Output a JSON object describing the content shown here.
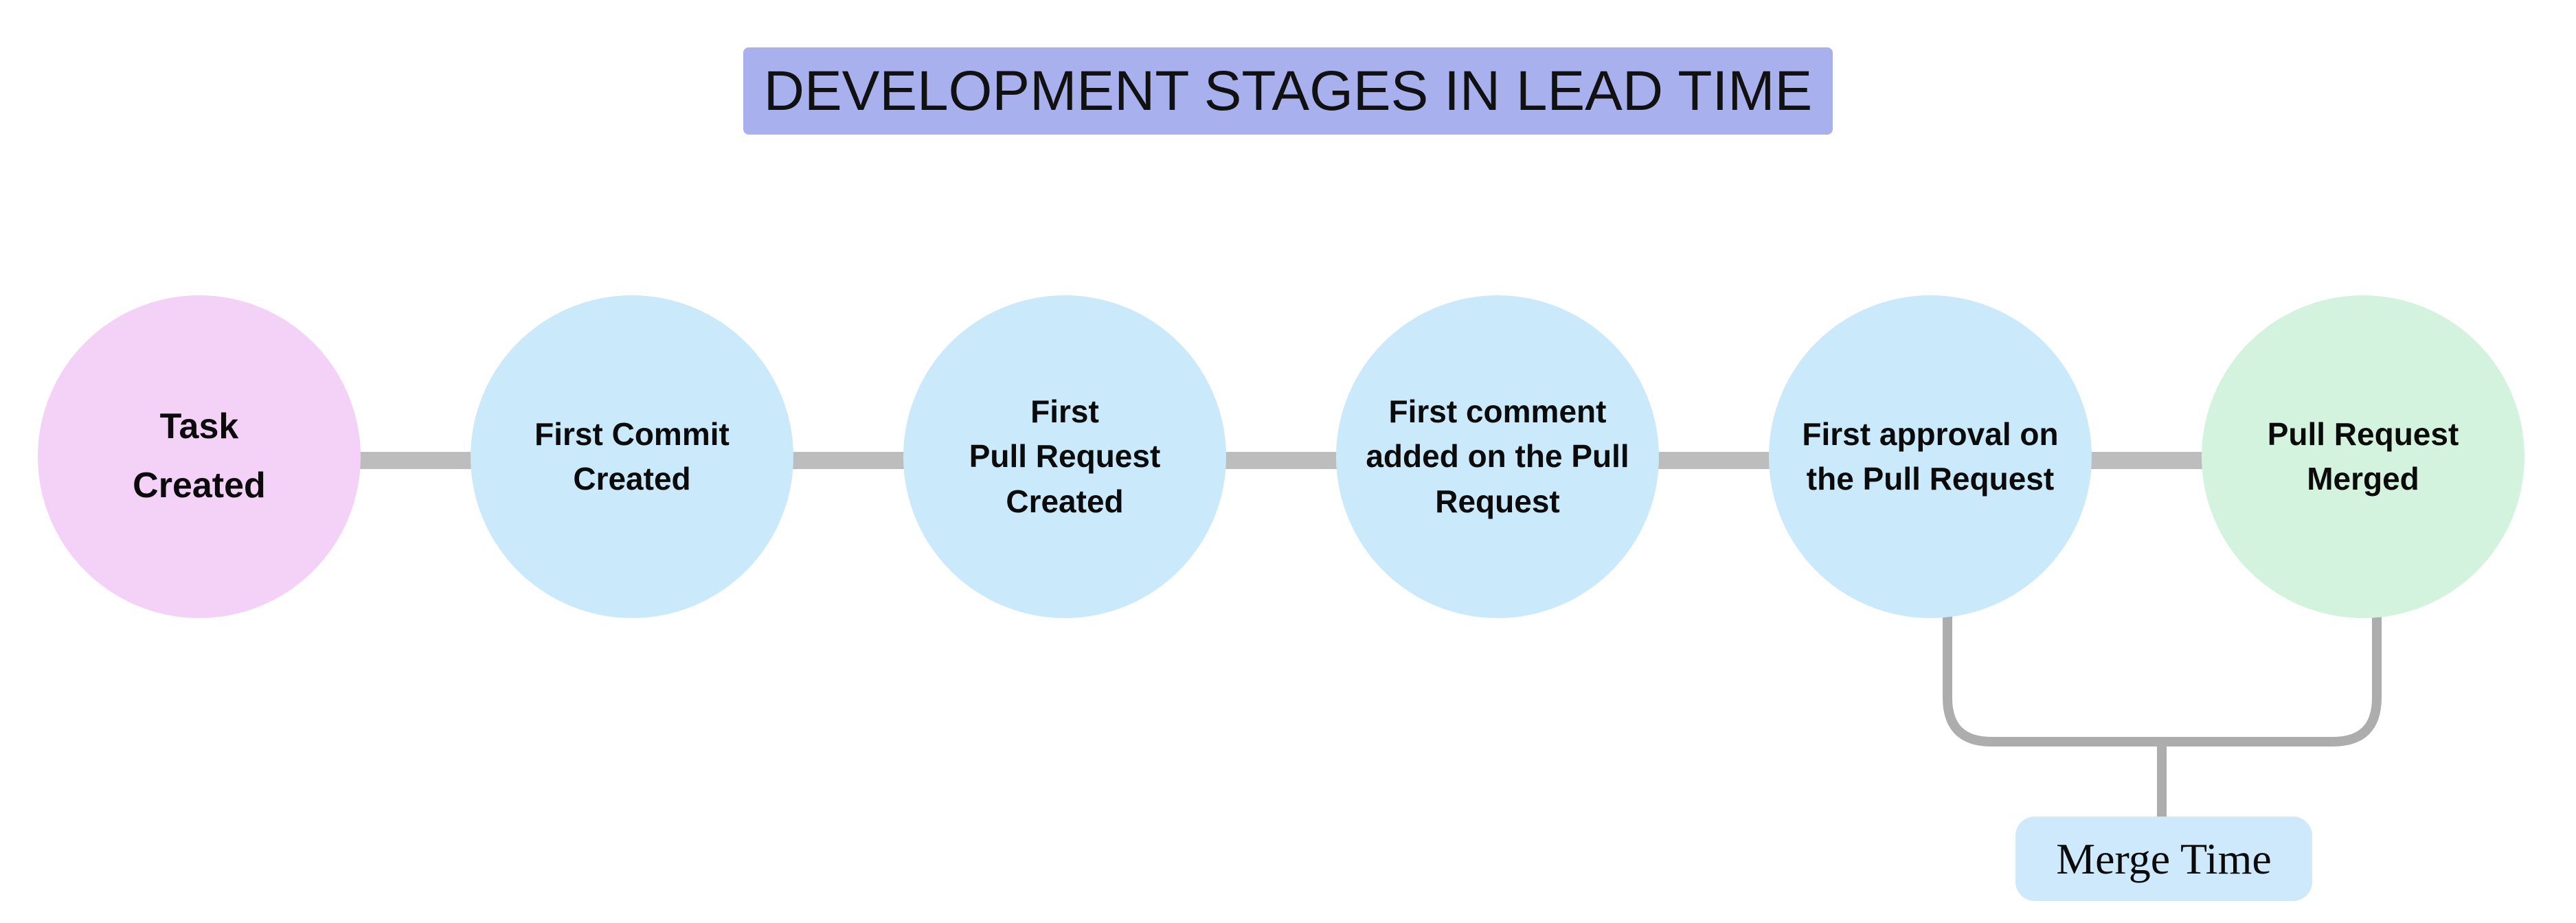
{
  "title": "DEVELOPMENT STAGES IN LEAD TIME",
  "stages": [
    {
      "label": "Task\nCreated",
      "color": "#f4d2f8",
      "role": "start"
    },
    {
      "label": "First Commit\nCreated",
      "color": "#cae9fb",
      "role": "middle"
    },
    {
      "label": "First\nPull Request\nCreated",
      "color": "#cae9fb",
      "role": "middle"
    },
    {
      "label": "First comment\nadded on the Pull\nRequest",
      "color": "#cae9fb",
      "role": "middle"
    },
    {
      "label": "First approval on\nthe Pull Request",
      "color": "#cae9fb",
      "role": "middle"
    },
    {
      "label": "Pull Request\nMerged",
      "color": "#d3f3de",
      "role": "end"
    }
  ],
  "annotation": {
    "label": "Merge Time",
    "color": "#cde9fb",
    "spans_from": "First approval on the Pull Request",
    "spans_to": "Pull Request Merged"
  },
  "colors": {
    "banner_background": "#a8b1ed",
    "connector_line": "#bdbdbd",
    "bracket_line": "#adadad",
    "text": "#0b0b0b",
    "page_background": "#ffffff"
  }
}
